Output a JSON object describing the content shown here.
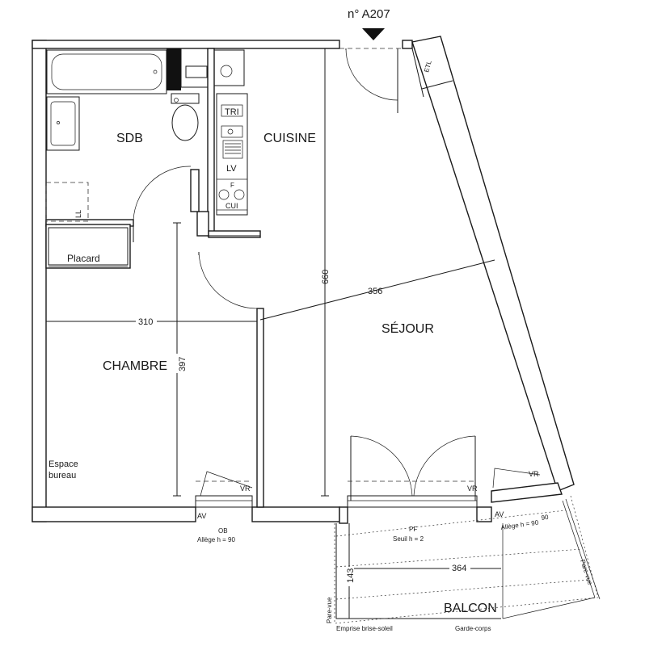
{
  "plan": {
    "unit_number": "n° A207",
    "rooms": {
      "sdb": "SDB",
      "cuisine": "CUISINE",
      "sejour": "SÉJOUR",
      "chambre": "CHAMBRE",
      "placard": "Placard",
      "espace_bureau_line1": "Espace",
      "espace_bureau_line2": "bureau",
      "balcon": "BALCON"
    },
    "appliances": {
      "tri": "TRI",
      "lv": "LV",
      "cuisson": "CUI",
      "ll": "LL",
      "f": "F",
      "etl": "ETL"
    },
    "dimensions": {
      "d660": "660",
      "d356": "356",
      "d310": "310",
      "d397": "397",
      "d364": "364",
      "d143": "143",
      "d90": "90"
    },
    "annotations": {
      "vr_chambre": "VR",
      "vr_sejour": "VR",
      "vr_right": "VR",
      "av_chambre": "AV",
      "av_right": "AV",
      "ob": "OB",
      "allege_90_chambre": "Allège h =  90",
      "allege_90_right": "Allège h =  90",
      "pf": "PF",
      "seuil": "Seuil h = 2",
      "pare_vue_left": "Pare-vue",
      "pare_vue_right": "Pare-vue",
      "emprise_brise_soleil": "Emprise brise-soleil",
      "garde_corps": "Garde-corps"
    }
  }
}
